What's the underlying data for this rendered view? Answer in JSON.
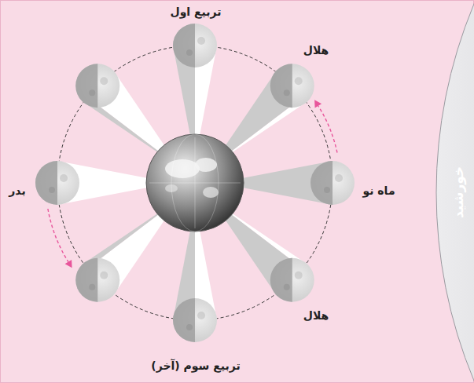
{
  "diagram": {
    "nodes": [
      {
        "text": [
          "خورشید"
        ]
      }
    ],
    "labels": [
      "تربیع اول",
      "هلال",
      "ماه نو",
      "هلال",
      "تربیع سوم (آخر)",
      "بدر"
    ]
  }
}
